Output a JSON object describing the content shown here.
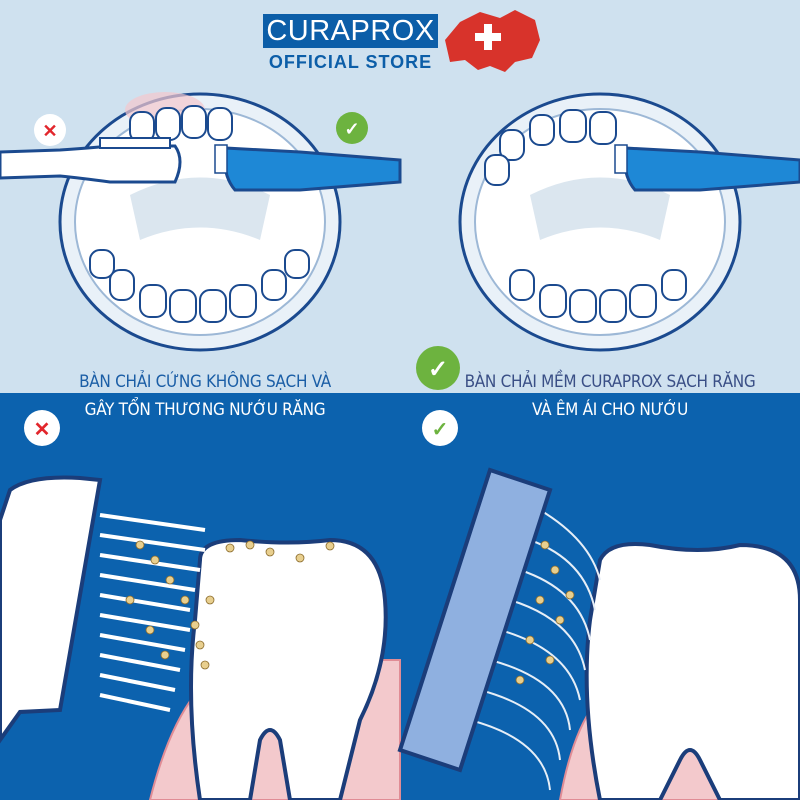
{
  "brand": {
    "name": "CURAPROX",
    "subtitle": "OFFICIAL STORE"
  },
  "captions": {
    "hard_brush": {
      "line1": "BÀN CHẢI CỨNG KHÔNG SẠCH VÀ",
      "line2": "GÂY TỔN THƯƠNG NƯỚU RĂNG"
    },
    "soft_brush": {
      "line1": "BÀN CHẢI MỀM CURAPROX SẠCH RĂNG",
      "line2": "VÀ ÊM ÁI CHO NƯỚU"
    }
  },
  "icons": {
    "bad": "cross-icon",
    "good": "check-icon"
  },
  "colors": {
    "light_bg": "#cfe1ef",
    "dark_bg": "#0c62ae",
    "brand_blue": "#0c5ea8",
    "good": "#6db33f",
    "bad": "#e2262c",
    "swiss_red": "#d8332b"
  }
}
